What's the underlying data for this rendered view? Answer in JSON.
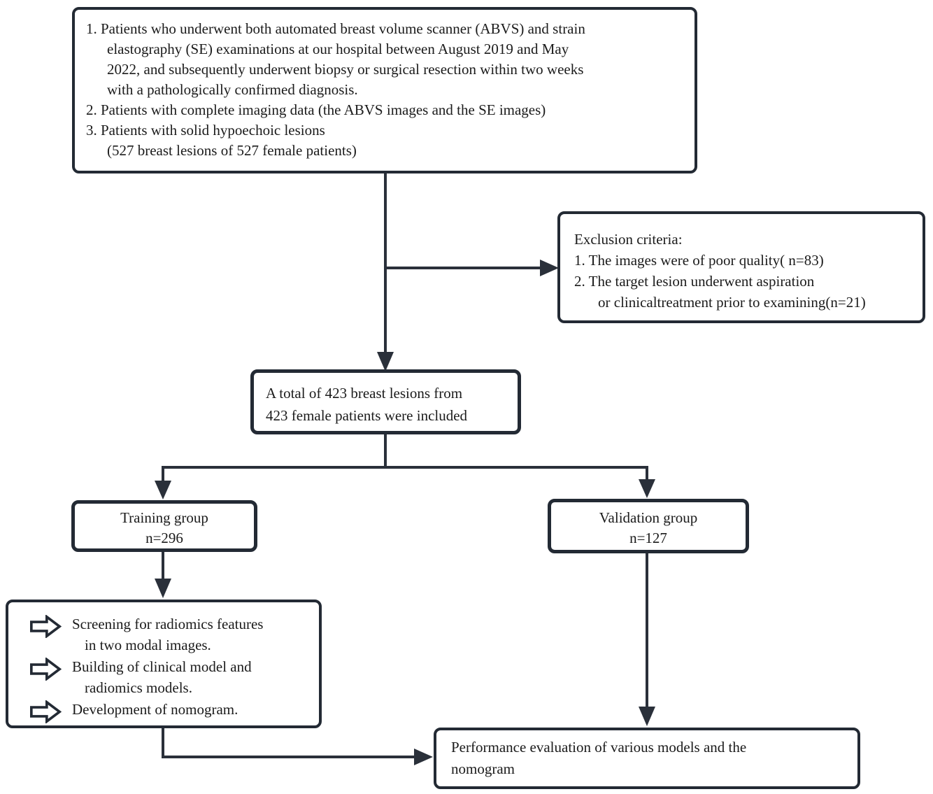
{
  "colors": {
    "border": "#232a34",
    "line": "#2a303a",
    "text": "#1b1b1b"
  },
  "boxes": {
    "inclusion": {
      "items": [
        [
          "1. Patients who underwent both automated breast volume  scanner (ABVS) and strain",
          "elastography (SE) examinations at our hospital between August 2019 and May",
          "2022, and subsequently underwent biopsy or surgical resection within two weeks",
          "with a pathologically confirmed diagnosis."
        ],
        [
          "2. Patients with complete imaging data (the ABVS images and the  SE images)"
        ],
        [
          "3. Patients with solid hypoechoic lesions",
          "(527 breast lesions of 527 female patients)"
        ]
      ]
    },
    "exclusion": {
      "title": "Exclusion criteria:",
      "items": [
        [
          "1. The images were of poor quality( n=83)"
        ],
        [
          "2. The target lesion underwent aspiration",
          "or  clinicaltreatment prior to examining(n=21)"
        ]
      ]
    },
    "included": {
      "lines": [
        "A total of 423 breast lesions from",
        "423 female patients were included"
      ]
    },
    "training": {
      "label": "Training group",
      "n": "n=296"
    },
    "validation": {
      "label": "Validation group",
      "n": "n=127"
    },
    "radiomics": {
      "items": [
        [
          "Screening for radiomics features",
          "in two modal images."
        ],
        [
          "Building of  clinical model and",
          "radiomics models."
        ],
        [
          "Development of nomogram."
        ]
      ]
    },
    "performance": {
      "lines": [
        "Performance evaluation of various models and  the",
        "nomogram"
      ]
    }
  }
}
